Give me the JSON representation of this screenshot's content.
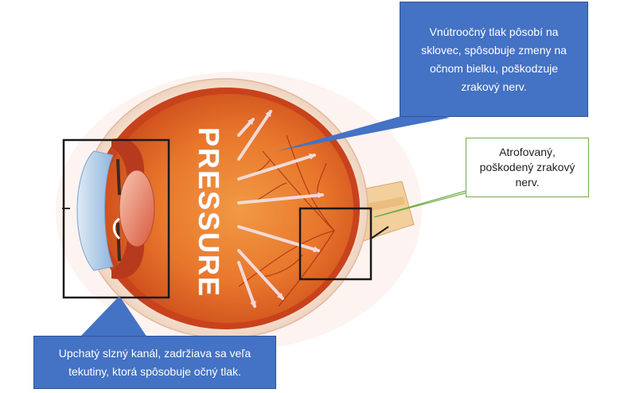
{
  "diagram": {
    "pressure_label": "PRESSURE",
    "callouts": {
      "top_right": "Vnútroočný tlak pôsobí na\nsklovec, spôsobuje zmeny na\nočnom bielku, poškodzuje\nzrakový nerv.",
      "middle_right": "Atrofovaný,\npoškodený zrakový\nnerv.",
      "bottom_left": "Upchatý slzný kanál, zadržiava sa veľa\ntekutiny, ktorá spôsobuje očný tlak."
    },
    "colors": {
      "callout_blue": "#4472c4",
      "callout_green_border": "#70ad47",
      "sclera": "#f4dcc9",
      "retina_inner": "#d94f1c",
      "vitreous": "#e8762b"
    }
  }
}
